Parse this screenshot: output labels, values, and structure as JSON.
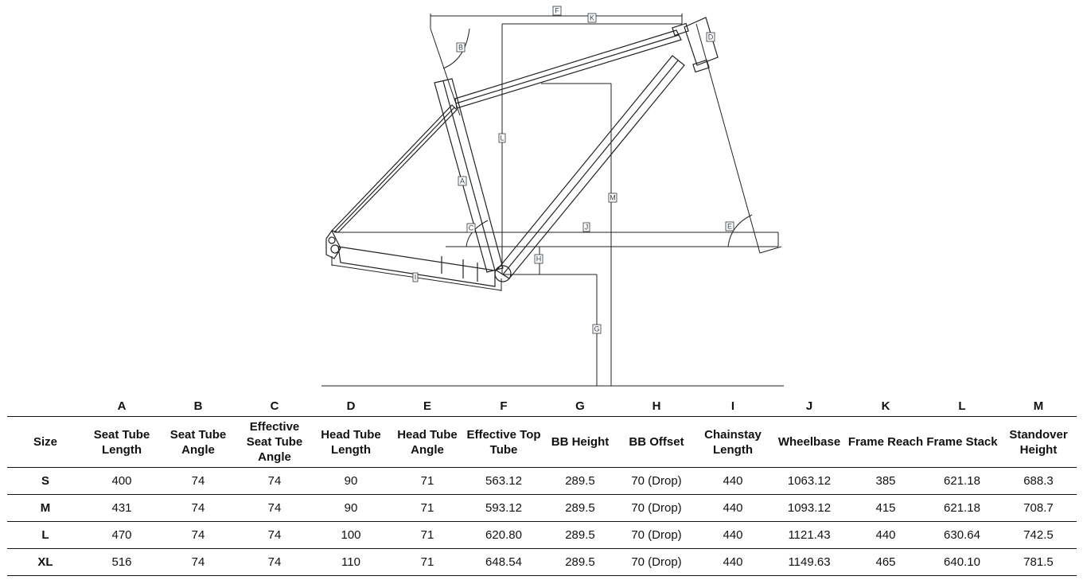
{
  "diagram": {
    "labels": {
      "A": "A",
      "B": "B",
      "C": "C",
      "D": "D",
      "E": "E",
      "F": "F",
      "G": "G",
      "H": "H",
      "I": "I",
      "J": "J",
      "K": "K",
      "L": "L",
      "M": "M"
    }
  },
  "table": {
    "letters": [
      "",
      "A",
      "B",
      "C",
      "D",
      "E",
      "F",
      "G",
      "H",
      "I",
      "J",
      "K",
      "L",
      "M"
    ],
    "headers": [
      "Size",
      "Seat Tube Length",
      "Seat Tube Angle",
      "Effective Seat Tube Angle",
      "Head Tube Length",
      "Head Tube Angle",
      "Effective Top Tube",
      "BB Height",
      "BB Offset",
      "Chainstay Length",
      "Wheelbase",
      "Frame Reach",
      "Frame Stack",
      "Standover Height"
    ],
    "rows": [
      [
        "S",
        "400",
        "74",
        "74",
        "90",
        "71",
        "563.12",
        "289.5",
        "70 (Drop)",
        "440",
        "1063.12",
        "385",
        "621.18",
        "688.3"
      ],
      [
        "M",
        "431",
        "74",
        "74",
        "90",
        "71",
        "593.12",
        "289.5",
        "70 (Drop)",
        "440",
        "1093.12",
        "415",
        "621.18",
        "708.7"
      ],
      [
        "L",
        "470",
        "74",
        "74",
        "100",
        "71",
        "620.80",
        "289.5",
        "70 (Drop)",
        "440",
        "1121.43",
        "440",
        "630.64",
        "742.5"
      ],
      [
        "XL",
        "516",
        "74",
        "74",
        "110",
        "71",
        "648.54",
        "289.5",
        "70 (Drop)",
        "440",
        "1149.63",
        "465",
        "640.10",
        "781.5"
      ]
    ]
  }
}
